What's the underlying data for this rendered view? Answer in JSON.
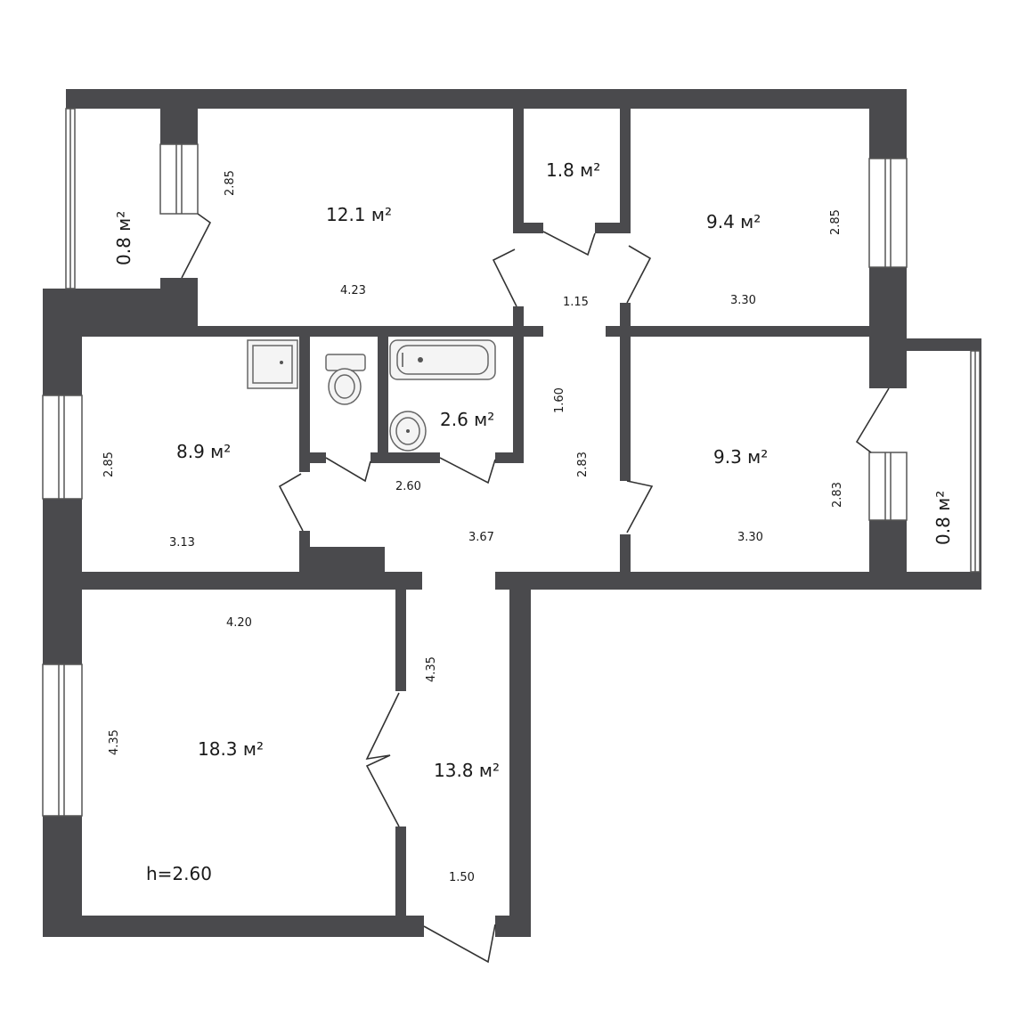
{
  "floorplan": {
    "rooms": [
      {
        "id": "room-top-left",
        "area": "12.1 м²",
        "dims": [
          "2.85",
          "4.23"
        ]
      },
      {
        "id": "closet",
        "area": "1.8 м²"
      },
      {
        "id": "room-top-right",
        "area": "9.4 м²",
        "dims": [
          "2.85",
          "3.30"
        ]
      },
      {
        "id": "kitchen",
        "area": "8.9 м²",
        "dims": [
          "2.85",
          "3.13"
        ]
      },
      {
        "id": "bathroom",
        "area": "2.6 м²"
      },
      {
        "id": "room-mid-right",
        "area": "9.3 м²",
        "dims": [
          "2.83",
          "3.30"
        ]
      },
      {
        "id": "living-room",
        "area": "18.3 м²",
        "dims": [
          "4.20",
          "4.35"
        ]
      },
      {
        "id": "hallway",
        "area": "13.8 м²",
        "dims": [
          "4.35",
          "1.50",
          "1.15",
          "1.60",
          "2.83",
          "3.67",
          "2.60"
        ]
      },
      {
        "id": "balcony-left",
        "area": "0.8 м²"
      },
      {
        "id": "balcony-right",
        "area": "0.8 м²"
      }
    ],
    "ceiling_height": "h=2.60"
  }
}
